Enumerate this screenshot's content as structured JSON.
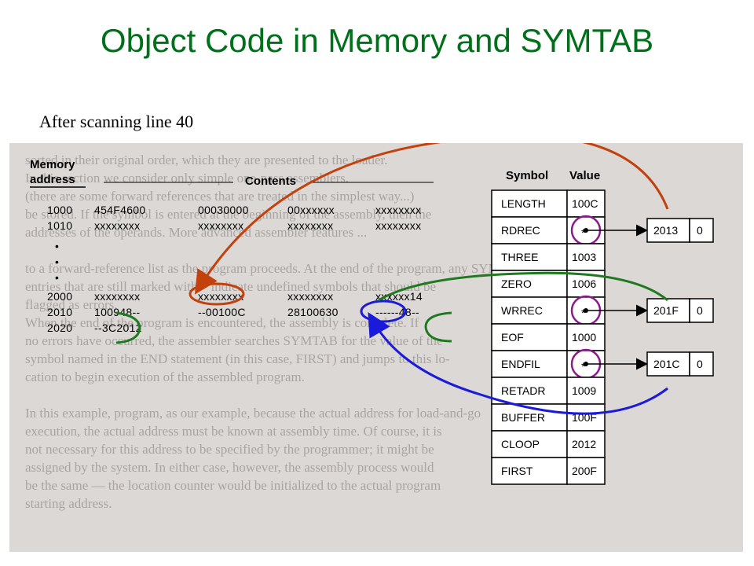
{
  "title": "Object Code in Memory and SYMTAB",
  "subtitle": "After scanning line 40",
  "background_text": [
    "sorted in their original order, which they are presented to the loader.",
    "In this section we consider only simple one-pass assemblers.",
    "(there are some forward references that are treated in the simplest way...)",
    "be stored. If the symbol is entered at the beginning of the assembly, then the",
    "addresses of the operands. More advanced assembler features ...",
    "",
    "to a forward-reference list as the program proceeds. At the end of the program, any SYMTAB",
    "entries that are still marked with * indicate undefined symbols that should be",
    "flagged as errors.",
    "When the end of the program is encountered, the assembly is complete. If",
    "no errors have occurred, the assembler searches SYMTAB for the value of the",
    "symbol named in the END statement (in this case, FIRST) and jumps to this lo-",
    "cation to begin execution of the assembled program.",
    "",
    "In this example, program, as our example, because the actual address for load-and-go",
    "execution, the actual address must be known at assembly time. Of course, it is",
    "not necessary for this address to be specified by the programmer; it might be",
    "assigned by the system. In either case, however, the assembly process would",
    "be the same — the location counter would be initialized to the actual program",
    "starting address."
  ],
  "memory": {
    "header_memory": "Memory",
    "header_address": "address",
    "header_contents": "Contents",
    "rows": [
      {
        "addr": "1000",
        "cells": [
          "454F4600",
          "00030000",
          "00xxxxxx",
          "xxxxxxxx"
        ]
      },
      {
        "addr": "1010",
        "cells": [
          "xxxxxxxx",
          "xxxxxxxx",
          "xxxxxxxx",
          "xxxxxxxx"
        ]
      },
      {
        "addr": "•",
        "cells": []
      },
      {
        "addr": "•",
        "cells": []
      },
      {
        "addr": "•",
        "cells": []
      },
      {
        "addr": "2000",
        "cells": [
          "xxxxxxxx",
          "xxxxxxxx",
          "xxxxxxxx",
          "xxxxxx14"
        ]
      },
      {
        "addr": "2010",
        "cells": [
          "100948--",
          "--00100C",
          "28100630",
          "------48--"
        ]
      },
      {
        "addr": "2020",
        "cells": [
          "--3C2012",
          "",
          "",
          ""
        ]
      }
    ]
  },
  "symtab": {
    "header_symbol": "Symbol",
    "header_value": "Value",
    "rows": [
      {
        "symbol": "LENGTH",
        "value": "100C"
      },
      {
        "symbol": "RDREC",
        "value": "*"
      },
      {
        "symbol": "THREE",
        "value": "1003"
      },
      {
        "symbol": "ZERO",
        "value": "1006"
      },
      {
        "symbol": "WRREC",
        "value": "*"
      },
      {
        "symbol": "EOF",
        "value": "1000"
      },
      {
        "symbol": "ENDFIL",
        "value": "*"
      },
      {
        "symbol": "RETADR",
        "value": "1009"
      },
      {
        "symbol": "BUFFER",
        "value": "100F"
      },
      {
        "symbol": "CLOOP",
        "value": "2012"
      },
      {
        "symbol": "FIRST",
        "value": "200F"
      }
    ]
  },
  "forward_refs": [
    {
      "symbol": "RDREC",
      "address": "2013",
      "terminator": "0",
      "arrow_color": "#c2410c"
    },
    {
      "symbol": "WRREC",
      "address": "201F",
      "terminator": "0",
      "arrow_color": "#1f7a1f"
    },
    {
      "symbol": "ENDFIL",
      "address": "201C",
      "terminator": "0",
      "arrow_color": "#1a1adb"
    }
  ],
  "colors": {
    "title": "#00701a",
    "orange_arrow": "#c2410c",
    "green_arrow": "#1f7a1f",
    "blue_arrow": "#1a1adb",
    "purple_circle": "#8b1a8b"
  }
}
